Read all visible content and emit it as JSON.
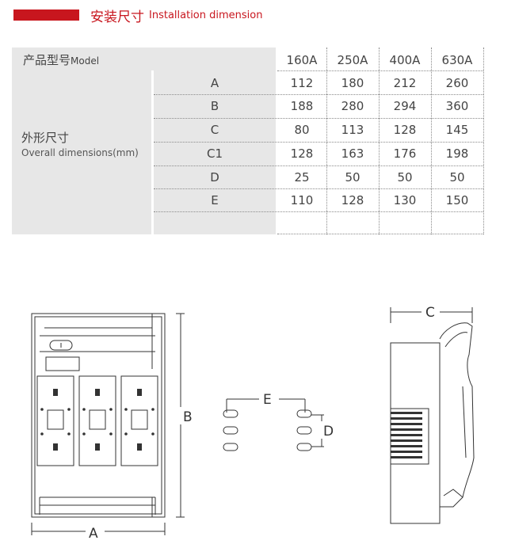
{
  "header": {
    "title_cn": "安装尺寸",
    "title_en": "Installation dimension",
    "accent_color": "#c8161e"
  },
  "table": {
    "model_label_cn": "产品型号",
    "model_label_en": "Model",
    "columns": [
      "160A",
      "250A",
      "400A",
      "630A"
    ],
    "group_label_cn": "外形尺寸",
    "group_label_en": "Overall dimensions(mm)",
    "rows": [
      {
        "label": "A",
        "values": [
          "112",
          "180",
          "212",
          "260"
        ]
      },
      {
        "label": "B",
        "values": [
          "188",
          "280",
          "294",
          "360"
        ]
      },
      {
        "label": "C",
        "values": [
          "80",
          "113",
          "128",
          "145"
        ]
      },
      {
        "label": "C1",
        "values": [
          "128",
          "163",
          "176",
          "198"
        ]
      },
      {
        "label": "D",
        "values": [
          "25",
          "50",
          "50",
          "50"
        ]
      },
      {
        "label": "E",
        "values": [
          "110",
          "128",
          "130",
          "150"
        ]
      }
    ]
  },
  "drawing": {
    "label_a": "A",
    "label_b": "B",
    "label_c": "C",
    "label_d": "D",
    "label_e": "E"
  }
}
